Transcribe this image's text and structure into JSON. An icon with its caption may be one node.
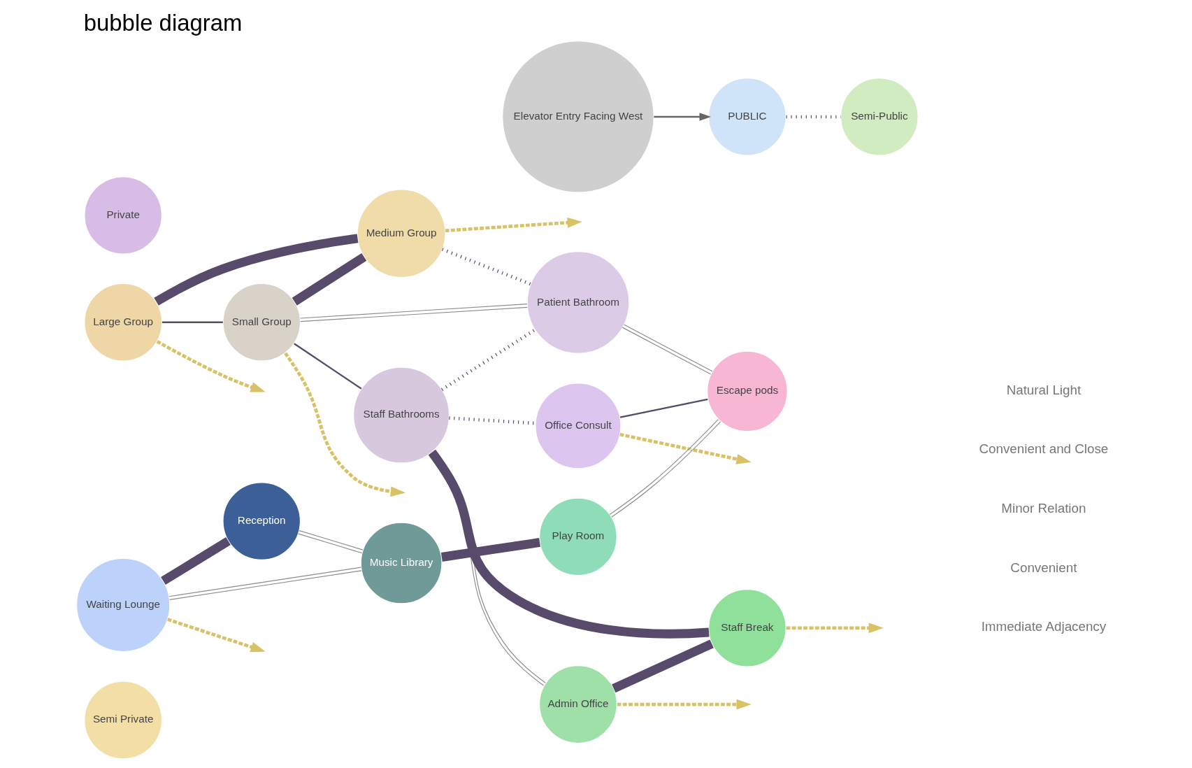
{
  "diagram": {
    "title": "bubble diagram",
    "nodes": [
      {
        "text": [
          "Semi Private"
        ]
      },
      {
        "text": [
          "Medium Group"
        ]
      },
      {
        "text": [
          "Large Group"
        ]
      },
      {
        "text": [
          "Small Group"
        ]
      },
      {
        "text": [
          "Staff Bathrooms"
        ]
      },
      {
        "text": [
          "Patient Bathroom"
        ]
      },
      {
        "text": [
          "Admin Office"
        ]
      },
      {
        "text": [
          "Private"
        ]
      },
      {
        "text": [
          "Office Consult"
        ]
      },
      {
        "text": [
          "Elevator Entry Facing West"
        ]
      },
      {
        "text": [
          "PUBLIC"
        ]
      },
      {
        "text": [
          "Semi-Public"
        ]
      },
      {
        "text": [
          "Staff Break"
        ]
      },
      {
        "text": [
          "Escape pods"
        ]
      },
      {
        "text": [
          "Reception"
        ]
      },
      {
        "text": [
          "Waiting Lounge"
        ]
      },
      {
        "text": [
          "Music Library"
        ]
      },
      {
        "text": [
          "Play Room"
        ]
      }
    ],
    "edges": [
      {
        "from": 2,
        "to": 1,
        "arrow": "none",
        "style": "thick"
      },
      {
        "from": 3,
        "to": 1,
        "arrow": "none",
        "style": "thick"
      },
      {
        "from": 2,
        "to": 3,
        "arrow": "none"
      },
      {
        "from": 1,
        "to": 5,
        "arrow": "none",
        "style": "dashed"
      },
      {
        "from": 3,
        "to": 5,
        "arrow": "none",
        "color": "#8c8c8c"
      },
      {
        "from": 3,
        "to": 4,
        "arrow": "none"
      },
      {
        "from": 4,
        "to": 5,
        "arrow": "none",
        "style": "dashed"
      },
      {
        "from": 4,
        "to": 6,
        "arrow": "none",
        "color": "#8c8c8c"
      },
      {
        "from": 4,
        "to": 12,
        "arrow": "none",
        "style": "thick"
      },
      {
        "from": 4,
        "to": 8,
        "arrow": "none",
        "style": "dashed"
      },
      {
        "from": 6,
        "to": 12,
        "arrow": "none",
        "style": "thick"
      },
      {
        "from": 8,
        "to": 13,
        "arrow": "none"
      },
      {
        "from": 5,
        "to": 13,
        "arrow": "none",
        "color": "#8c8c8c"
      },
      {
        "from": 9,
        "to": 10,
        "arrow": "to",
        "color": "#666666"
      },
      {
        "from": 10,
        "to": 11,
        "arrow": "none",
        "style": "dashed"
      },
      {
        "from": 14,
        "to": 16,
        "arrow": "none",
        "color": "#8c8c8c"
      },
      {
        "from": 15,
        "to": 14,
        "arrow": "none",
        "style": "thick"
      },
      {
        "from": 15,
        "to": 16,
        "arrow": "none",
        "color": "#8c8c8c"
      },
      {
        "from": 16,
        "to": 17,
        "arrow": "none",
        "style": "thick"
      },
      {
        "from": 17,
        "to": 13,
        "arrow": "none",
        "color": "#8c8c8c"
      },
      {
        "from": 1,
        "to": null,
        "arrow": "to",
        "style": "dashed",
        "color": "#d9c166"
      },
      {
        "from": 2,
        "to": null,
        "arrow": "to",
        "style": "dashed",
        "color": "#d9c166"
      },
      {
        "from": 3,
        "to": null,
        "arrow": "to",
        "style": "dashed",
        "color": "#d9c166"
      },
      {
        "from": 6,
        "to": null,
        "arrow": "to",
        "style": "dashed",
        "color": "#d9c166"
      },
      {
        "from": 12,
        "to": null,
        "arrow": "to",
        "style": "dashed",
        "color": "#d9c166"
      },
      {
        "from": 8,
        "to": null,
        "arrow": "to",
        "style": "dashed",
        "color": "#d9c166"
      },
      {
        "from": 15,
        "to": null,
        "arrow": "to",
        "style": "dashed",
        "color": "#d9c166"
      }
    ],
    "legend": [
      {
        "text": "Natural Light"
      },
      {
        "text": "Convenient and Close"
      },
      {
        "text": "Minor Relation"
      },
      {
        "text": "Convenient"
      },
      {
        "text": "Immediate Adjacency"
      }
    ]
  }
}
